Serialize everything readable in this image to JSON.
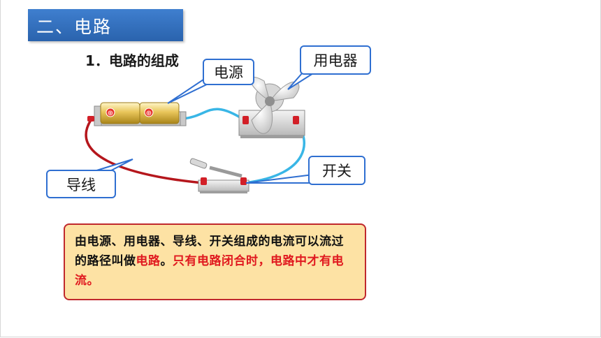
{
  "title": "二、电路",
  "subtitle": "1．电路的组成",
  "labels": {
    "power_source": "电源",
    "appliance": "用电器",
    "wire": "导线",
    "switch": "开关"
  },
  "description": {
    "part1": "由电源、用电器、导线、开关组成的电流可以流过的路径叫做",
    "term": "电路",
    "part2": "。",
    "emphasis": "只有电路闭合时，电路中才有电流。"
  },
  "colors": {
    "banner": "#2a63ad",
    "label_border": "#2f6fd1",
    "box_fill": "#fde2a4",
    "box_border": "#c0282d",
    "highlight": "#e0191f",
    "red_wire": "#b5161c",
    "blue_wire": "#39b6e6"
  },
  "battery": {
    "marks": [
      "⊕",
      "⊕"
    ]
  }
}
